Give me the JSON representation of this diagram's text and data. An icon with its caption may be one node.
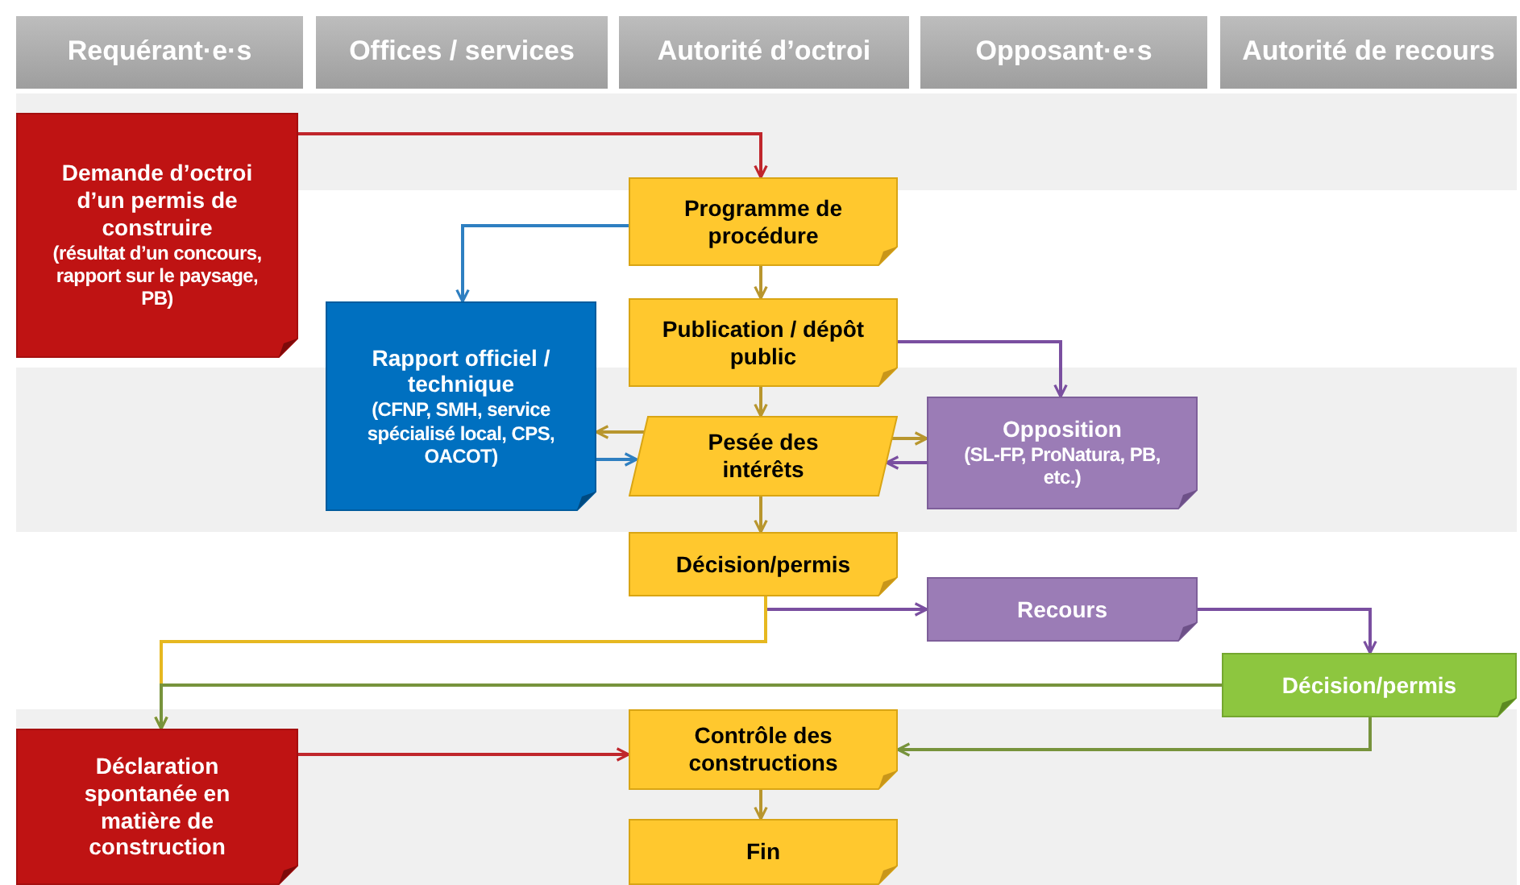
{
  "diagram": {
    "nodes": [
      {
        "text": [
          "Requérant·e·s"
        ]
      },
      {
        "text": [
          "Offices / services"
        ]
      },
      {
        "text": [
          "Autorité d’octroi"
        ]
      },
      {
        "text": [
          "Opposant·e·s"
        ]
      },
      {
        "text": [
          "Autorité de recours"
        ]
      },
      {
        "text": [
          "Demande d’octroi d’un permis de construire",
          "(résultat d’un concours, rapport sur le paysage, PB)"
        ]
      },
      {
        "text": [
          "Programme de procédure"
        ]
      },
      {
        "text": [
          "Rapport officiel / technique",
          "(CFNP, SMH, service spécialisé local, CPS, OACOT)"
        ]
      },
      {
        "text": [
          "Publication / dépôt public"
        ]
      },
      {
        "text": [
          "Pesée des intérêts"
        ]
      },
      {
        "text": [
          "Opposition",
          "(SL-FP, ProNatura, PB, etc.)"
        ]
      },
      {
        "text": [
          "Décision/permis"
        ]
      },
      {
        "text": [
          "Recours"
        ]
      },
      {
        "text": [
          "Décision/permis"
        ]
      },
      {
        "text": [
          "Déclaration spontanée en matière de construction"
        ]
      },
      {
        "text": [
          "Contrôle des constructions"
        ]
      },
      {
        "text": [
          "Fin"
        ]
      }
    ],
    "edges": [
      {
        "from": 5,
        "to": 6,
        "arrow": "to",
        "color": "#c0262c"
      },
      {
        "from": 6,
        "to": 7,
        "arrow": "to",
        "color": "#2e7fc1"
      },
      {
        "from": 6,
        "to": 8,
        "arrow": "to"
      },
      {
        "from": 8,
        "to": 9,
        "arrow": "to"
      },
      {
        "from": 8,
        "to": 10,
        "arrow": "to",
        "color": "#7a4fa0"
      },
      {
        "from": 9,
        "to": 7,
        "arrow": "to"
      },
      {
        "from": 7,
        "to": 9,
        "arrow": "to",
        "color": "#2e7fc1"
      },
      {
        "from": 9,
        "to": 10,
        "arrow": "to"
      },
      {
        "from": 10,
        "to": 9,
        "arrow": "to",
        "color": "#7a4fa0"
      },
      {
        "from": 9,
        "to": 11,
        "arrow": "to"
      },
      {
        "from": 11,
        "to": 12,
        "arrow": "to",
        "color": "#7a4fa0"
      },
      {
        "from": 11,
        "to": 14,
        "arrow": "to",
        "color": "#e6b820"
      },
      {
        "from": 12,
        "to": 13,
        "arrow": "to",
        "color": "#7a4fa0"
      },
      {
        "from": 13,
        "to": 14,
        "arrow": "to",
        "color": "#77933c"
      },
      {
        "from": 13,
        "to": 15,
        "arrow": "to",
        "color": "#77933c"
      },
      {
        "from": 14,
        "to": 15,
        "arrow": "to",
        "color": "#c0262c"
      },
      {
        "from": 15,
        "to": 16,
        "arrow": "to"
      }
    ]
  }
}
